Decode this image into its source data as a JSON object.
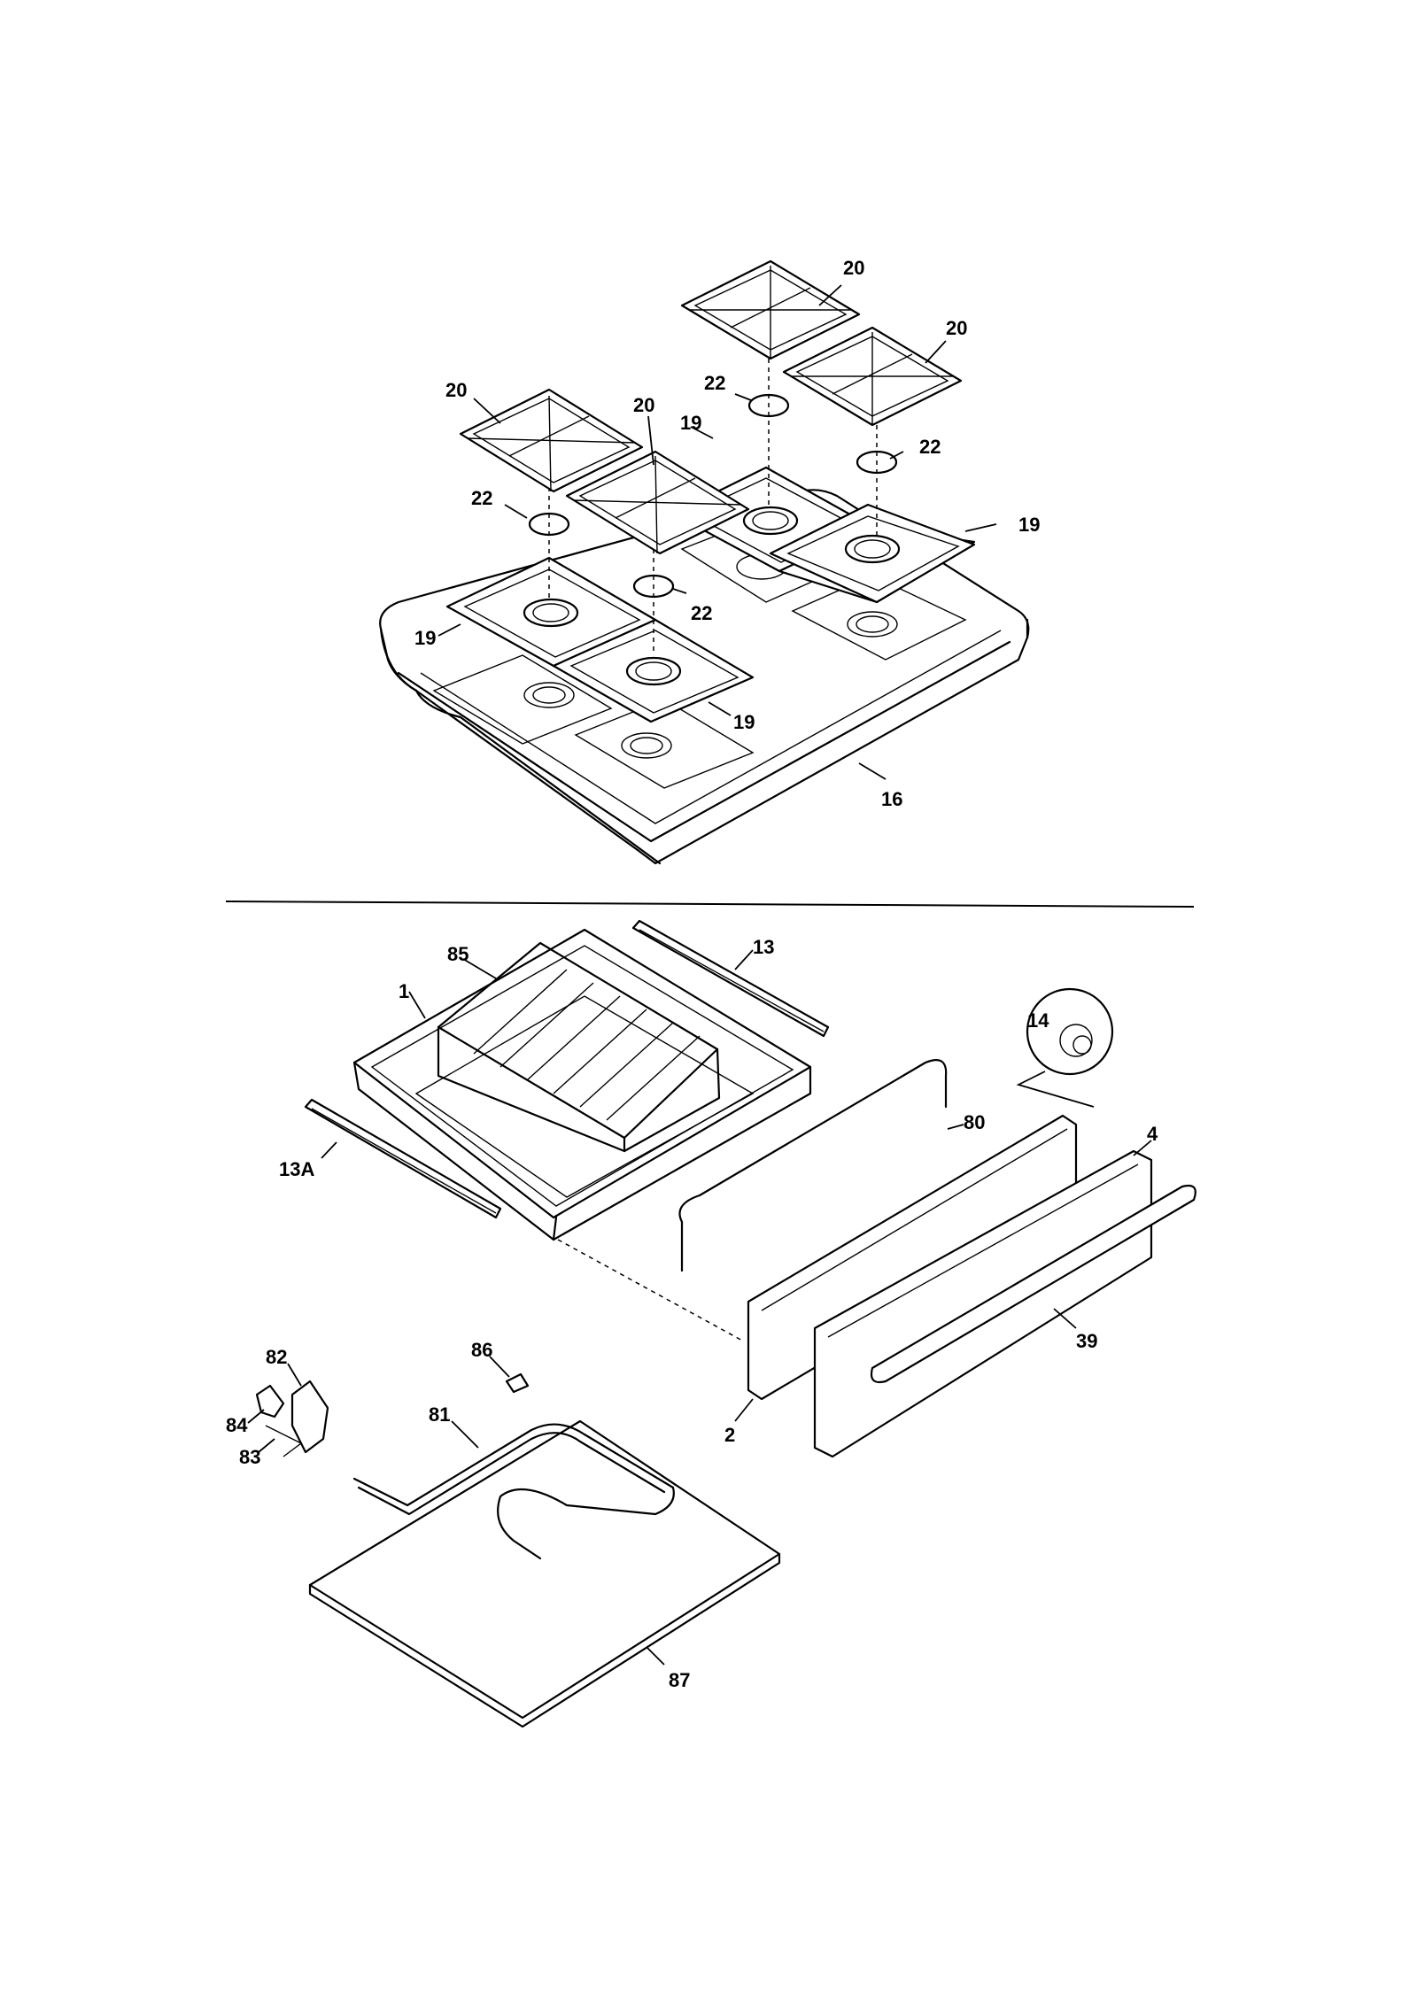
{
  "labels": {
    "grate_a": "20",
    "grate_b": "20",
    "grate_c": "20",
    "grate_d": "20",
    "cap_a": "22",
    "cap_b": "22",
    "cap_c": "22",
    "cap_d": "22",
    "pan_a": "19",
    "pan_b": "19",
    "pan_c": "19",
    "pan_d": "19",
    "cooktop": "16",
    "rack": "85",
    "drawer_liner": "1",
    "slide_right": "13",
    "slide_left": "13A",
    "knob": "14",
    "drawer_front_panel": "4",
    "gasket": "80",
    "handle": "39",
    "inner_panel": "2",
    "bracket_82": "82",
    "bracket_84": "84",
    "bracket_83": "83",
    "clip_86": "86",
    "element_81": "81",
    "bottom_87": "87"
  }
}
